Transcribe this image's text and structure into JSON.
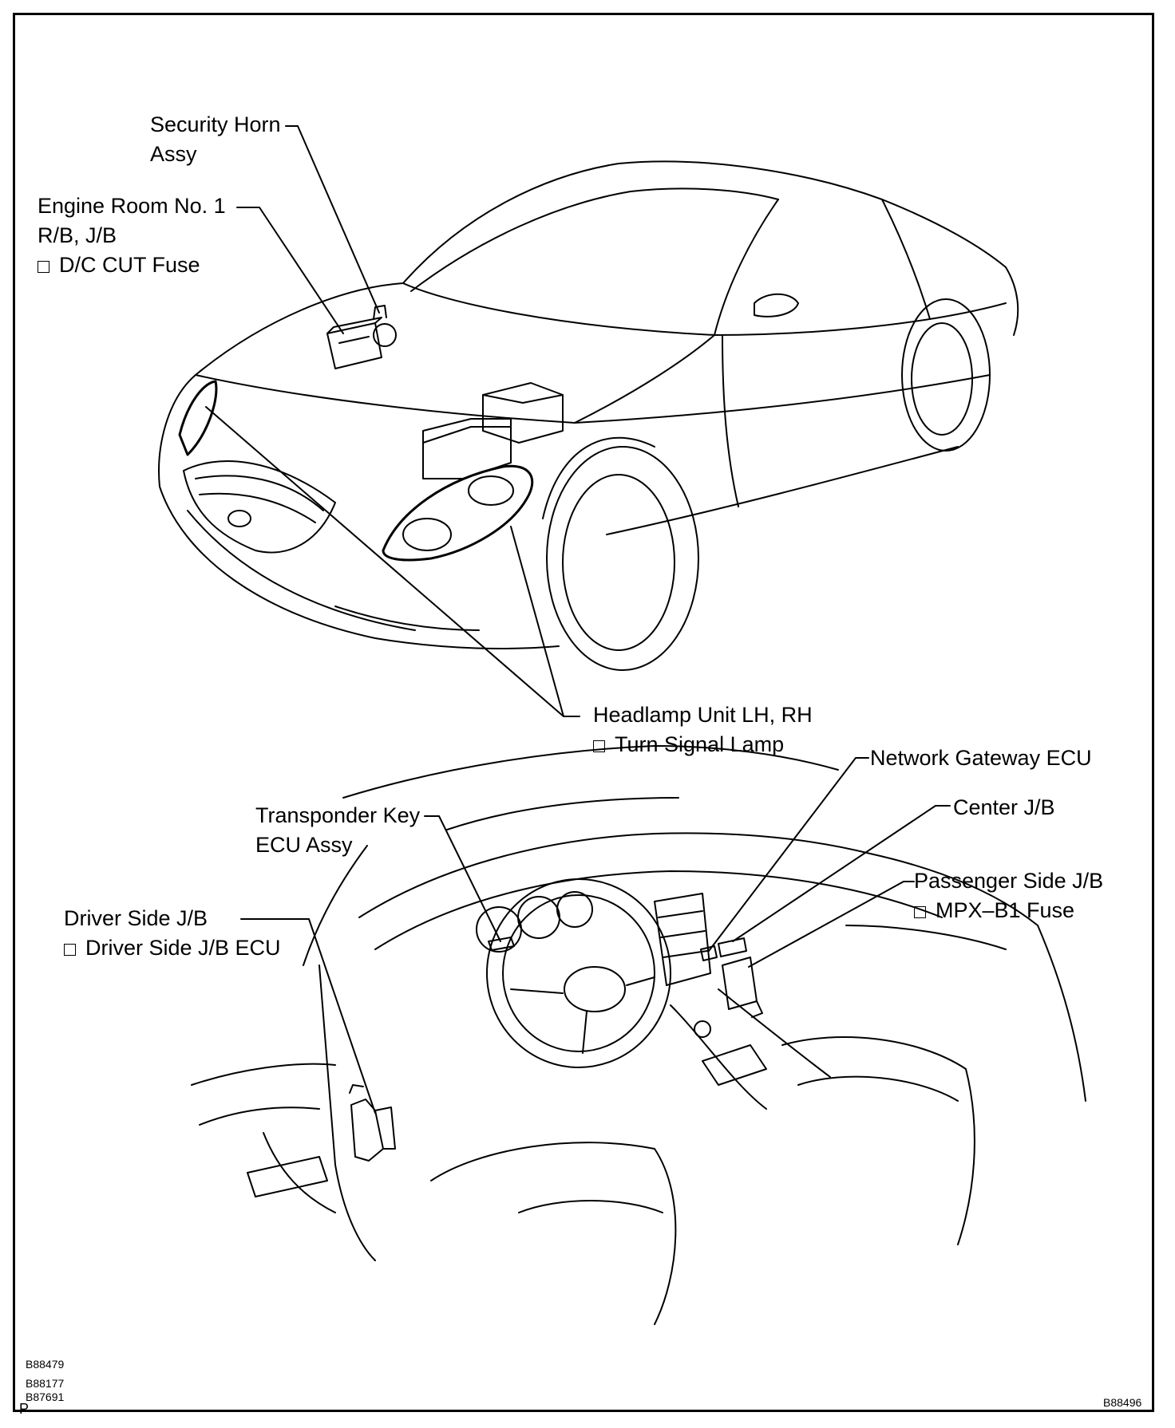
{
  "callouts": {
    "security_horn": [
      "Security Horn",
      "Assy"
    ],
    "engine_room_rb": [
      "Engine Room No. 1",
      "R/B, J/B",
      "D/C CUT Fuse"
    ],
    "headlamp_unit": [
      "Headlamp Unit LH, RH",
      "Turn Signal Lamp"
    ],
    "network_gateway": "Network Gateway ECU",
    "transponder_key": [
      "Transponder Key",
      "ECU Assy"
    ],
    "center_jb": "Center J/B",
    "passenger_side_jb": [
      "Passenger Side J/B",
      "MPX–B1 Fuse"
    ],
    "driver_side_jb": [
      "Driver Side J/B",
      "Driver Side J/B ECU"
    ]
  },
  "figure_codes": {
    "left": [
      "B88479",
      "B88177",
      "B87691"
    ],
    "page_letter": "P",
    "right": "B88496"
  }
}
